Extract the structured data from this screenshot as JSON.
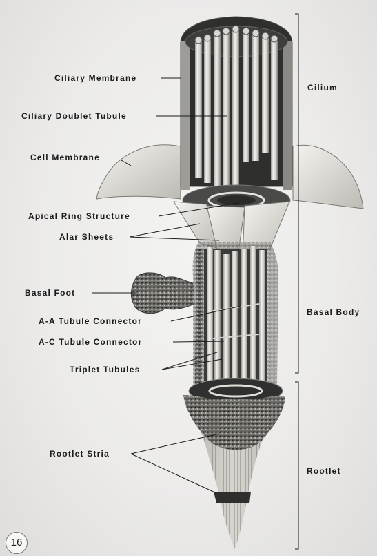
{
  "labels": {
    "ciliary_membrane": "Ciliary Membrane",
    "ciliary_doublet_tubule": "Ciliary Doublet Tubule",
    "cell_membrane": "Cell Membrane",
    "apical_ring_structure": "Apical Ring Structure",
    "alar_sheets": "Alar Sheets",
    "basal_foot": "Basal Foot",
    "aa_tubule_connector": "A-A Tubule Connector",
    "ac_tubule_connector": "A-C Tubule Connector",
    "triplet_tubules": "Triplet Tubules",
    "rootlet_stria": "Rootlet Stria"
  },
  "regions": {
    "cilium": "Cilium",
    "basal_body": "Basal Body",
    "rootlet": "Rootlet"
  },
  "page_number": "16",
  "colors": {
    "background": "#ecebea",
    "ink": "#1b1b1b",
    "dark_interior": "#3b3b3b",
    "tubule": "#dcdad5"
  }
}
